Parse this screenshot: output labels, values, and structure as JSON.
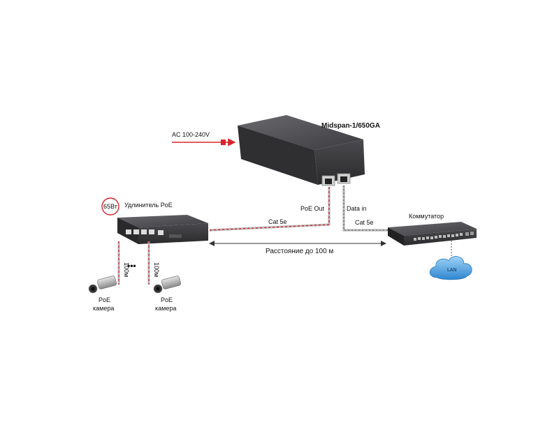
{
  "diagram": {
    "device_title": "Midspan-1/650GA",
    "ac_label": "AC 100-240V",
    "poe_out_label": "PoE Out",
    "data_in_label": "Data in",
    "cable_left_label": "Cat 5e",
    "cable_right_label": "Cat 5e",
    "distance_label": "Расстояние до 100 м",
    "extender_label": "Удлинитель PoE",
    "power_badge": "65Вт",
    "switch_label": "Коммутатор",
    "lan_label": "LAN",
    "ellipsis": "•••",
    "cable_length_1": "100м",
    "cable_length_2": "100м",
    "camera_1": {
      "line1": "PoE",
      "line2": "камера"
    },
    "camera_2": {
      "line1": "PoE",
      "line2": "камера"
    }
  },
  "colors": {
    "device_body": "#3a3a3c",
    "device_top": "#5a5a5e",
    "cable_red": "#d8262c",
    "cable_gray": "#b8b8b8",
    "cloud_blue": "#4aa3e0",
    "text": "#111111"
  }
}
